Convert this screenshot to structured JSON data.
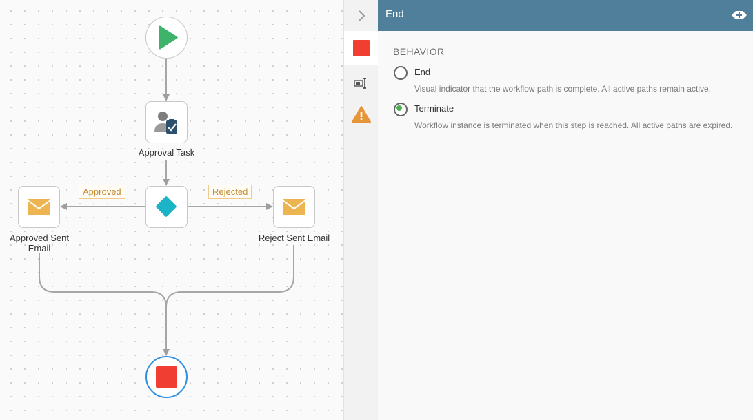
{
  "workflow": {
    "nodes": {
      "approval_task": "Approval Task",
      "approved_email": "Approved Sent Email",
      "reject_email": "Reject Sent Email"
    },
    "edges": {
      "approved": "Approved",
      "rejected": "Rejected"
    }
  },
  "panel": {
    "title": "End",
    "section": "BEHAVIOR",
    "options": [
      {
        "label": "End",
        "description": "Visual indicator that the workflow path is complete. All active paths remain active.",
        "selected": false
      },
      {
        "label": "Terminate",
        "description": "Workflow instance is terminated when this step is reached. All active paths are expired.",
        "selected": true
      }
    ]
  },
  "icons": {
    "start": "play-icon",
    "task": "approval-user-icon",
    "decision": "diamond-icon",
    "email": "envelope-icon",
    "end": "stop-icon",
    "collapse": "chevron-right-icon",
    "tab_end": "red-square-icon",
    "tab_properties": "text-field-icon",
    "tab_warnings": "warning-icon",
    "header_action": "add-icon"
  },
  "colors": {
    "header": "#4f7f9a",
    "start": "#3fb36b",
    "end": "#f03e33",
    "decision": "#1bb3c8",
    "email": "#ecb552",
    "selected_ring": "#2f8fe0",
    "radio_checked": "#4cae4f",
    "warning": "#e8953a"
  }
}
